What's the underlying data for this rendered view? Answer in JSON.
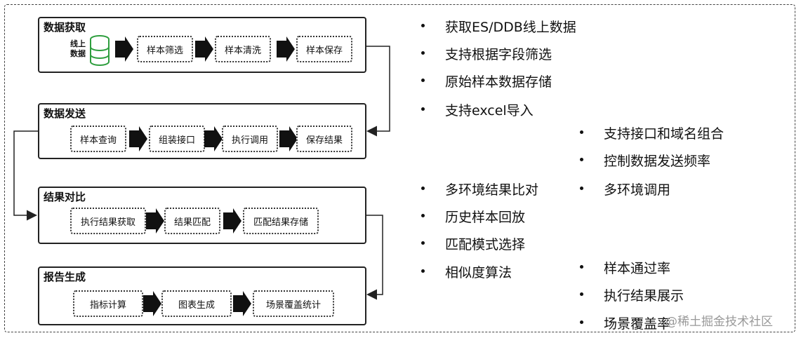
{
  "stages": [
    {
      "title": "数据获取",
      "source_label": "线上\n数据",
      "steps": [
        "样本筛选",
        "样本清洗",
        "样本保存"
      ]
    },
    {
      "title": "数据发送",
      "steps": [
        "样本查询",
        "组装接口",
        "执行调用",
        "保存结果"
      ]
    },
    {
      "title": "结果对比",
      "steps": [
        "执行结果获取",
        "结果匹配",
        "匹配结果存储"
      ]
    },
    {
      "title": "报告生成",
      "steps": [
        "指标计算",
        "图表生成",
        "场景覆盖统计"
      ]
    }
  ],
  "features": {
    "acquisition": [
      "获取ES/DDB线上数据",
      "支持根据字段筛选",
      "原始样本数据存储",
      "支持excel导入"
    ],
    "sending": [
      "支持接口和域名组合",
      "控制数据发送频率",
      "多环境调用"
    ],
    "comparison": [
      "多环境结果比对",
      "历史样本回放",
      "匹配模式选择",
      "相似度算法"
    ],
    "report": [
      "样本通过率",
      "执行结果展示",
      "场景覆盖率"
    ]
  },
  "watermark": "@稀土掘金技术社区",
  "colors": {
    "database_icon": "#2e9e3e",
    "border": "#222222",
    "arrow": "#111111"
  },
  "icons": {
    "database": "database-icon",
    "arrow": "right-arrow-icon"
  }
}
